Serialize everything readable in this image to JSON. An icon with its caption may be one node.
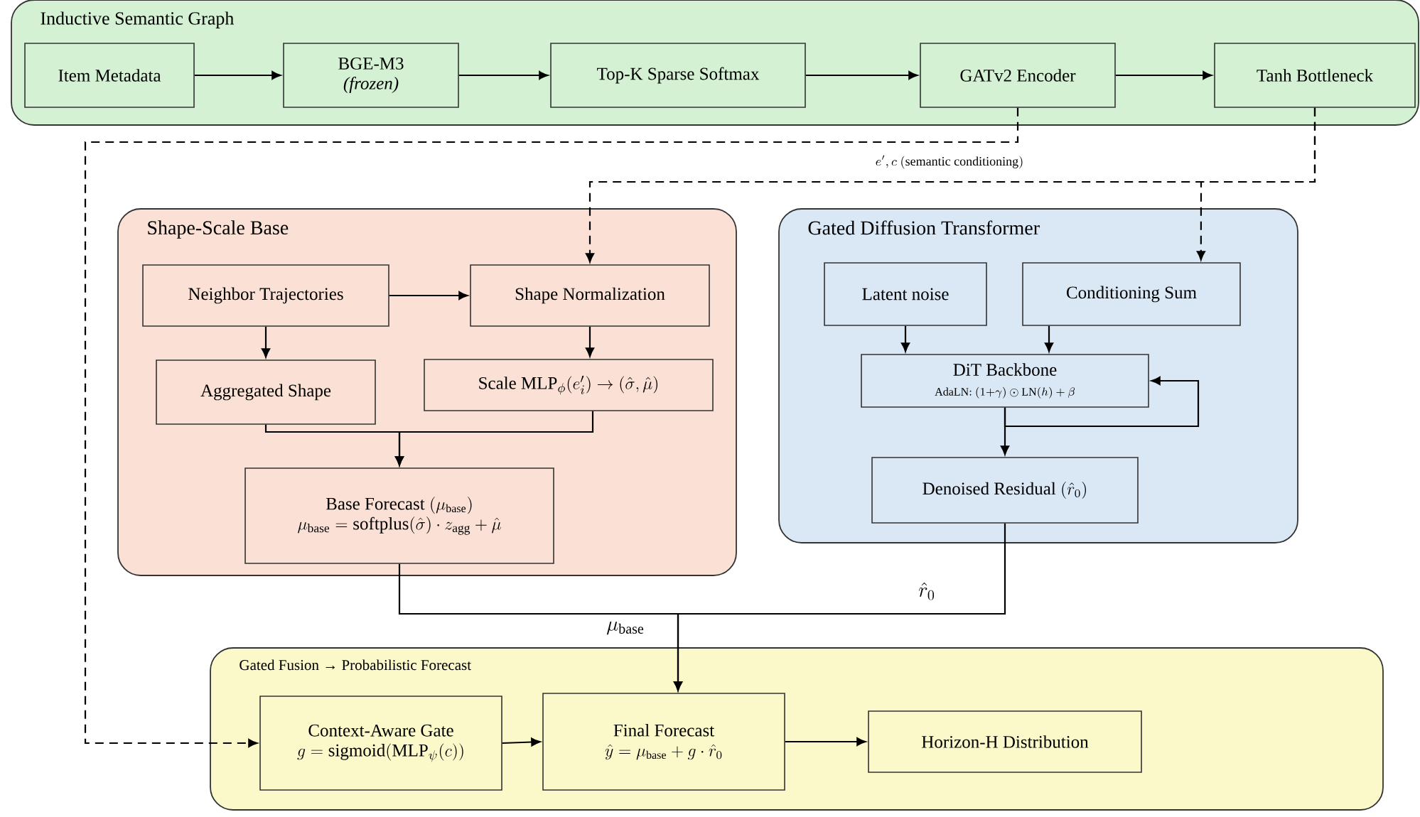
{
  "diagram": {
    "nodes": [
      {
        "text": [
          "Inductive Semantic Graph"
        ]
      },
      {
        "text": [
          "Item Metadata"
        ],
        "in": 0
      },
      {
        "text": [
          "BGE-M3",
          "(frozen)"
        ],
        "in": 0
      },
      {
        "text": [
          "Top-K Sparse Softmax"
        ],
        "in": 0
      },
      {
        "text": [
          "GATv2 Encoder"
        ],
        "in": 0
      },
      {
        "text": [
          "Tanh Bottleneck"
        ],
        "in": 0
      },
      {
        "text": [
          "Shape-Scale Base"
        ]
      },
      {
        "text": [
          "Neighbor Trajectories"
        ],
        "in": 6
      },
      {
        "text": [
          "Shape Normalization"
        ],
        "in": 6
      },
      {
        "text": [
          "Aggregated Shape"
        ],
        "in": 6
      },
      {
        "text": [
          "\\mathrm{Scale\\ MLP}_{\\phi}(e'_i) \\rightarrow (\\hat{\\sigma}, \\hat{\\mu})"
        ],
        "in": 6
      },
      {
        "text": [
          "Base Forecast",
          "(\\mu_{\\mathrm{base}})",
          "\\mu_{\\mathrm{base}} = \\mathrm{softplus}(\\hat{\\sigma}) \\cdot z_{\\mathrm{agg}} + \\hat{\\mu}"
        ],
        "in": 6
      },
      {
        "text": [
          "Gated Diffusion Transformer"
        ]
      },
      {
        "text": [
          "Latent noise"
        ],
        "in": 12
      },
      {
        "text": [
          "Conditioning Sum"
        ],
        "in": 12
      },
      {
        "text": [
          "DiT Backbone",
          "\\mathrm{AdaLN{:}}\\ (1{+}\\gamma) \\odot \\mathrm{LN}(h) + \\beta"
        ],
        "in": 12
      },
      {
        "text": [
          "Denoised Residual",
          "(\\hat{r}_0)"
        ],
        "in": 12
      },
      {
        "text": [
          "Gated Fusion → Probabilistic Forecast"
        ]
      },
      {
        "text": [
          "Context-Aware Gate",
          "g = \\mathrm{sigmoid}(\\mathrm{MLP}_{\\psi}(c))"
        ],
        "in": 17
      },
      {
        "text": [
          "Final Forecast",
          "\\hat{y} = \\mu_{\\mathrm{base}} + g \\cdot \\hat{r}_0"
        ],
        "in": 17
      },
      {
        "text": [
          "Horizon-H Distribution"
        ],
        "in": 17
      }
    ],
    "edges": [
      {
        "from": 1,
        "to": 2,
        "arrow": "to"
      },
      {
        "from": 2,
        "to": 3,
        "arrow": "to"
      },
      {
        "from": 3,
        "to": 4,
        "arrow": "to"
      },
      {
        "from": 4,
        "to": 5,
        "arrow": "to"
      },
      {
        "from": 4,
        "to": 18,
        "arrow": "to",
        "style": "dashed"
      },
      {
        "from": 5,
        "to": 8,
        "arrow": "to",
        "style": "dashed",
        "label": "e', c\\ \\mathrm{(semantic\\ conditioning)}"
      },
      {
        "from": 5,
        "to": 14,
        "arrow": "to",
        "style": "dashed"
      },
      {
        "from": 7,
        "to": 8,
        "arrow": "to"
      },
      {
        "from": 7,
        "to": 9,
        "arrow": "to"
      },
      {
        "from": 8,
        "to": 10,
        "arrow": "to"
      },
      {
        "from": 9,
        "to": 11,
        "arrow": "to"
      },
      {
        "from": 10,
        "to": 11,
        "arrow": "to"
      },
      {
        "from": 13,
        "to": 15,
        "arrow": "to"
      },
      {
        "from": 14,
        "to": 15,
        "arrow": "to"
      },
      {
        "from": 15,
        "to": 15,
        "arrow": "to"
      },
      {
        "from": 15,
        "to": 16,
        "arrow": "to"
      },
      {
        "from": 11,
        "to": 19,
        "arrow": "to",
        "label": "\\mu_{\\mathrm{base}}"
      },
      {
        "from": 16,
        "to": 19,
        "arrow": "to",
        "label": "\\hat{r}_0"
      },
      {
        "from": 18,
        "to": 19,
        "arrow": "to"
      },
      {
        "from": 19,
        "to": 20,
        "arrow": "to"
      }
    ]
  }
}
